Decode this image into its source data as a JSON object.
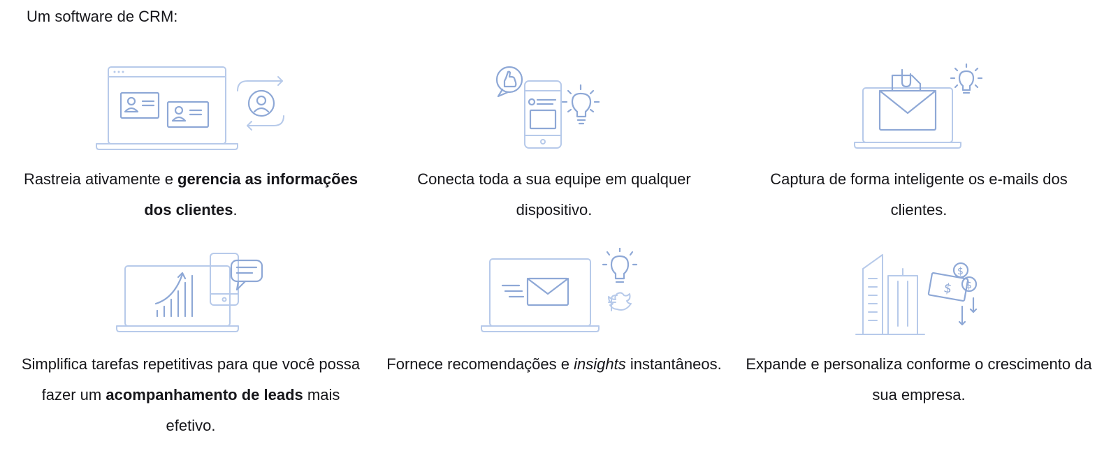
{
  "intro": "Um software de CRM:",
  "features": [
    {
      "icon": "laptop-contact-cards-sync-icon",
      "parts": [
        {
          "text": "Rastreia ativamente e ",
          "style": "normal"
        },
        {
          "text": "gerencia as informações dos clientes",
          "style": "bold"
        },
        {
          "text": ".",
          "style": "normal"
        }
      ]
    },
    {
      "icon": "phone-like-lightbulb-icon",
      "parts": [
        {
          "text": "Conecta toda a sua equipe em qualquer dispositivo.",
          "style": "normal"
        }
      ]
    },
    {
      "icon": "laptop-envelope-lightbulb-icon",
      "parts": [
        {
          "text": "Captura de forma inteligente os e-mails dos clientes.",
          "style": "normal"
        }
      ]
    },
    {
      "icon": "laptop-growth-chart-phone-icon",
      "parts": [
        {
          "text": "Simplifica tarefas repetitivas para que você possa fazer um ",
          "style": "normal"
        },
        {
          "text": "acompanhamento de leads",
          "style": "bold"
        },
        {
          "text": " mais efetivo.",
          "style": "normal"
        }
      ]
    },
    {
      "icon": "laptop-email-social-lightbulb-icon",
      "parts": [
        {
          "text": "Fornece recomendações e ",
          "style": "normal"
        },
        {
          "text": "insights",
          "style": "italic"
        },
        {
          "text": " instantâneos.",
          "style": "normal"
        }
      ]
    },
    {
      "icon": "buildings-money-growth-icon",
      "parts": [
        {
          "text": "Expande e personaliza conforme o crescimento da sua empresa.",
          "style": "normal"
        }
      ]
    }
  ]
}
